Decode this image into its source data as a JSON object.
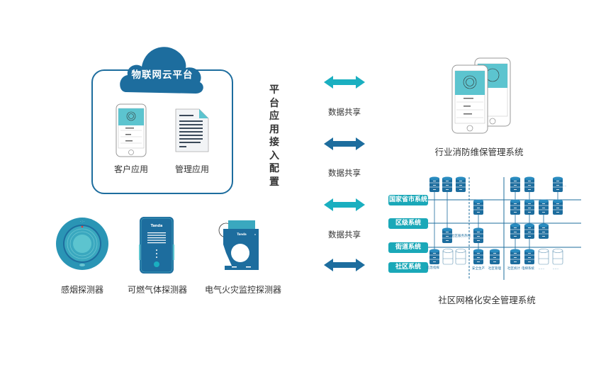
{
  "platform": {
    "title": "物联网云平台",
    "apps": [
      {
        "label": "客户应用",
        "icon": "smartphone-app-icon"
      },
      {
        "label": "管理应用",
        "icon": "document-icon"
      }
    ]
  },
  "config_label": [
    "平",
    "台",
    "应",
    "用",
    "接",
    "入",
    "配",
    "置"
  ],
  "data_share": {
    "label": "数据共享",
    "arrow_colors": [
      "#1aafc0",
      "#1d6d9e",
      "#1aafc0",
      "#1d6d9e"
    ]
  },
  "industry_system": {
    "label": "行业消防维保管理系统"
  },
  "community_system": {
    "label": "社区网格化安全管理系统",
    "levels": [
      "国家省市系统",
      "区级系统",
      "街道系统",
      "社区系统"
    ],
    "db_labels": [
      "社区服务热线",
      "应急指挥",
      "安全生产",
      "社区管理",
      "社区统计",
      "电梯系统",
      "......",
      "......",
      "......"
    ]
  },
  "detectors": [
    {
      "label": "感烟探测器"
    },
    {
      "label": "可燃气体探测器",
      "brand": "Tanda"
    },
    {
      "label": "电气火灾监控探测器",
      "brand": "Tanda"
    }
  ],
  "colors": {
    "primary": "#1d6d9e",
    "accent": "#1aafc0",
    "teal_light": "#5cc4cf"
  }
}
